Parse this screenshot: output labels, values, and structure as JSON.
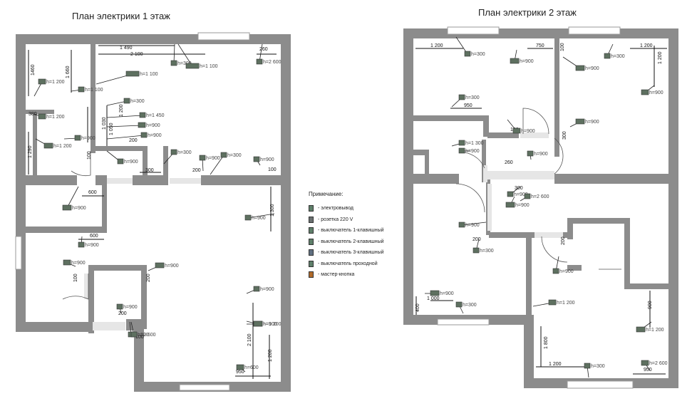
{
  "titles": {
    "floor1": "План электрики 1 этаж",
    "floor2": "План электрики 2 этаж"
  },
  "legend": {
    "heading": "Примечание:",
    "items": [
      {
        "label": "- электровывод",
        "color": "#5e7f6a"
      },
      {
        "label": "- розетка 220 V",
        "color": "#6a7070"
      },
      {
        "label": "- выключатель 1-клавишный",
        "color": "#5e7f6a"
      },
      {
        "label": "- выключатель 2-клавишный",
        "color": "#5e7f6a"
      },
      {
        "label": "- выключатель 3-клавишный",
        "color": "#607080"
      },
      {
        "label": "- выключатель проходной",
        "color": "#5e7f6a"
      },
      {
        "label": "- мастер-кнопка",
        "color": "#b06a2a"
      }
    ]
  },
  "floor1": {
    "dimensions": [
      "1 490",
      "2 100",
      "260",
      "1460",
      "1 660",
      "380",
      "1 290",
      "1 200",
      "1 030",
      "1 050",
      "200",
      "100",
      "300",
      "200",
      "100",
      "600",
      "600",
      "1 300",
      "100",
      "200",
      "200",
      "100",
      "2 100",
      "1 200",
      "950"
    ],
    "elements": [
      "h=300",
      "h=1 100",
      "h=2 600",
      "h=1 100",
      "h=1 200",
      "h=1 100",
      "h=300",
      "h=1 200",
      "h=1 450",
      "h=900",
      "h=900",
      "h=900",
      "h=1 200",
      "h=900",
      "h=300",
      "h=900",
      "h=300",
      "h=900",
      "h=900",
      "h=900",
      "h=900",
      "h=900",
      "h=900",
      "h=900",
      "h=900",
      "h=300",
      "h=900",
      "h=1 200",
      "h=2 600",
      "h=600"
    ]
  },
  "floor2": {
    "dimensions": [
      "1 200",
      "750",
      "1 200",
      "1 200",
      "100",
      "950",
      "100",
      "300",
      "260",
      "300",
      "200",
      "200",
      "1 000",
      "400",
      "900",
      "1 800",
      "1 200",
      "950"
    ],
    "elements": [
      "h=300",
      "h=900",
      "h=300",
      "h=900",
      "h=900",
      "h=300",
      "h=900",
      "h=900",
      "h=1 300",
      "h=900",
      "h=900",
      "h=900",
      "h=2 600",
      "h=900",
      "h=900",
      "h=300",
      "h=900",
      "h=900",
      "h=300",
      "h=1 200",
      "h=1 200",
      "h=300",
      "h=2 600"
    ]
  }
}
